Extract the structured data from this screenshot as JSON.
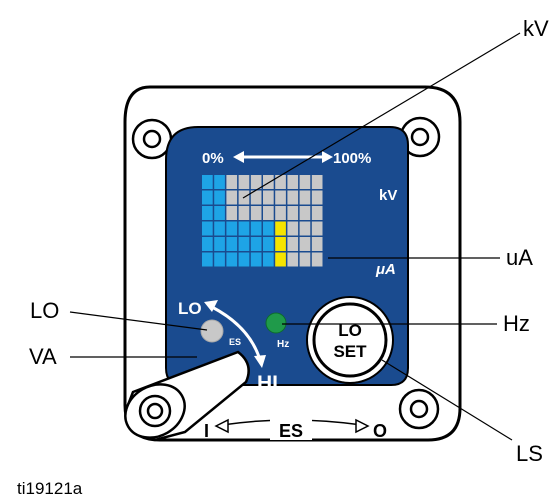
{
  "figure_id": "ti19121a",
  "callouts": {
    "kv": "kV",
    "ua": "uA",
    "hz": "Hz",
    "ls": "LS",
    "lo": "LO",
    "va": "VA"
  },
  "panel": {
    "scale_left": "0%",
    "scale_right": "100%",
    "row_label_kv": "kV",
    "row_label_ua": "μA",
    "lo_label": "LO",
    "hi_label": "HI",
    "es_small": "ES",
    "hz_label": "Hz",
    "button_line1": "LO",
    "button_line2": "SET",
    "switch_left": "I",
    "switch_mid": "ES",
    "switch_right": "O"
  },
  "bargraph": {
    "columns": 10,
    "kv_lit_columns": 2,
    "ua_lit_columns": 6,
    "ua_peak_column": 7
  },
  "colors": {
    "panel_blue": "#1a4b8f",
    "lit_segment": "#1ea4e6",
    "unlit_segment": "#c8c8c8",
    "peak_segment": "#f5e400",
    "hz_led": "#1f9a4a",
    "lo_led": "#c8c8c8"
  }
}
